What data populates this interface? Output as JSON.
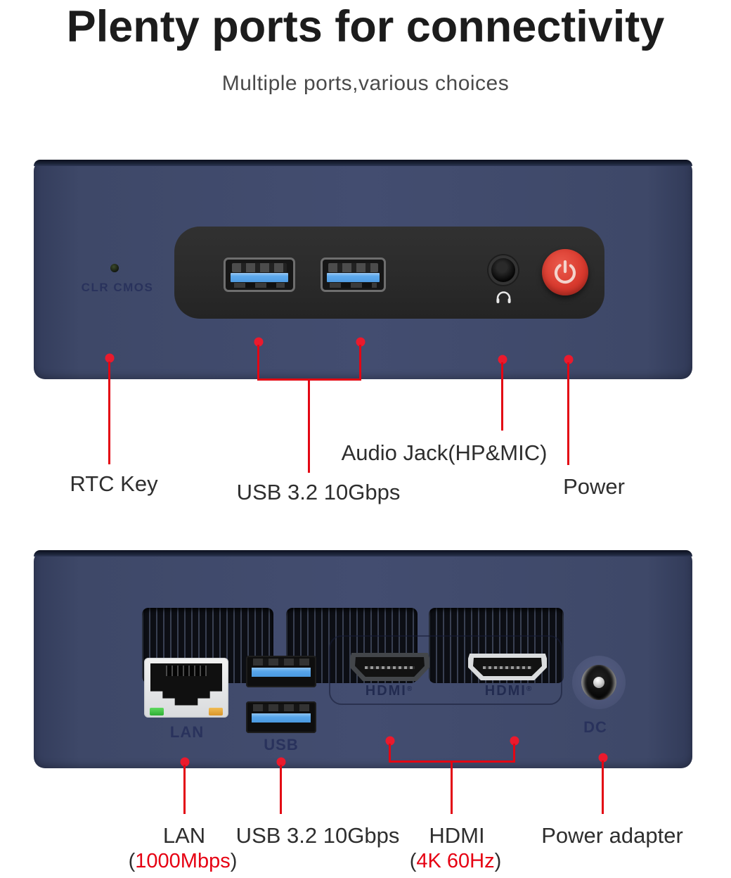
{
  "header": {
    "title": "Plenty ports for connectivity",
    "subtitle": "Multiple ports,various choices"
  },
  "front_view": {
    "clr_cmos_label": "CLR CMOS",
    "labels": {
      "rtc": "RTC Key",
      "usb": "USB 3.2 10Gbps",
      "audio": "Audio Jack(HP&MIC)",
      "power": "Power"
    }
  },
  "back_view": {
    "lan_port_label": "LAN",
    "usb_port_label": "USB",
    "hdmi_port_label": "HDMI",
    "hdmi_reg_mark": "®",
    "dc_port_label": "DC",
    "labels": {
      "lan": "LAN",
      "lan_open": "(",
      "lan_speed": "1000Mbps",
      "lan_close": ")",
      "usb": "USB 3.2 10Gbps",
      "hdmi": "HDMI",
      "hdmi_open": "(",
      "hdmi_spec": "4K 60Hz",
      "hdmi_close": ")",
      "power": "Power adapter"
    }
  },
  "icons": {
    "headphone": "headphone-icon",
    "power": "power-icon"
  },
  "colors": {
    "body_navy": "#414b6e",
    "panel_black": "#2b2b2b",
    "annotation_red": "#e30613",
    "spec_red": "#e60012",
    "usb_blue": "#58a6ea",
    "power_button_red": "#d93a2e",
    "led_green": "#3ec43e",
    "led_amber": "#e0a32e"
  }
}
